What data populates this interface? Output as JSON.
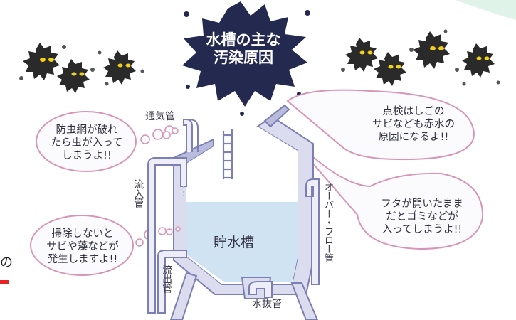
{
  "title": {
    "line1": "水槽の主な",
    "line2": "汚染原因"
  },
  "labels": {
    "vent_pipe": "通気管",
    "inflow_pipe": "流入管",
    "outflow_pipe": "流出管",
    "overflow_pipe": "オーバー・フロー管",
    "tank": "貯水槽",
    "drain_pipe": "水抜管"
  },
  "bubbles": {
    "insect_net": [
      "防虫網が破れ",
      "たら虫が入って",
      "しまうよ!!"
    ],
    "cleaning": [
      "掃除しないと",
      "サビや藻などが",
      "発生しますよ!!"
    ],
    "ladder": [
      "点検はしごの",
      "サビなども赤水の",
      "原因になるよ!!"
    ],
    "lid": [
      "フタが開いたまま",
      "だとゴミなどが",
      "入ってしまうよ!!"
    ]
  },
  "cutoff_text": "の",
  "colors": {
    "pipe_stroke": "#7b7fb3",
    "pipe_fill": "#eeeef8",
    "water": "#cfe3f3",
    "bubble_stroke": "#d795b6",
    "bubble_fill": "#fbfbfe",
    "title_burst": "#23294f",
    "germ": "#2a2a2a",
    "germ_eye": "#f3d11a",
    "accent_red": "#e32525",
    "corner_green": "#dff3e8"
  }
}
